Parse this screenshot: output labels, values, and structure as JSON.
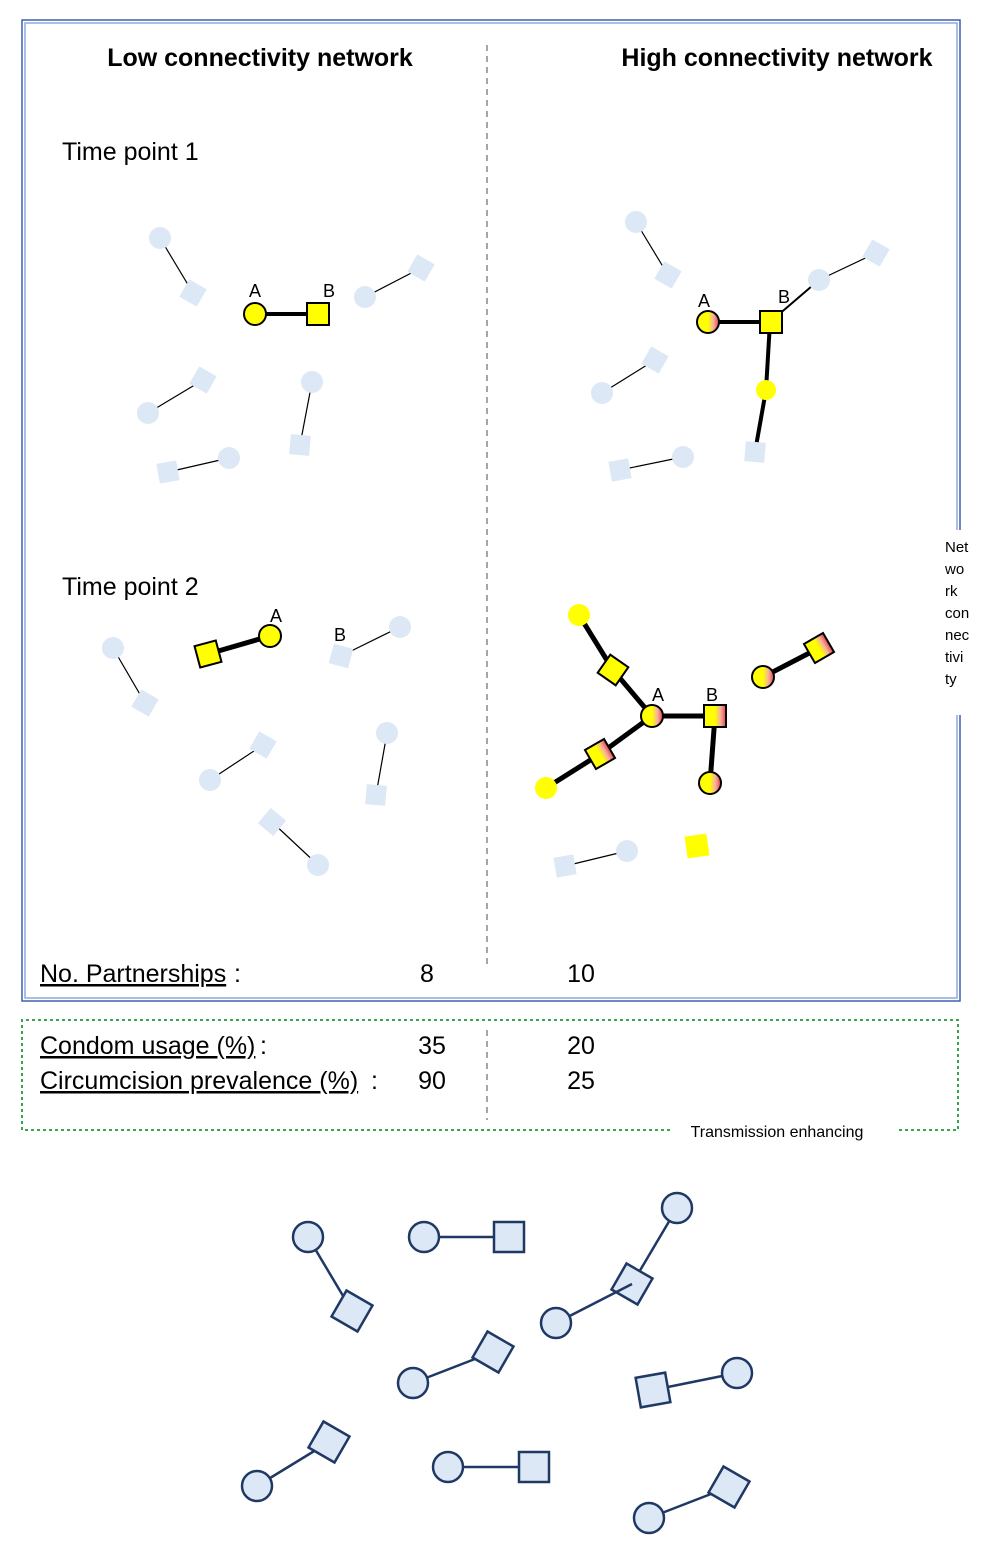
{
  "headers": {
    "low": "Low connectivity network",
    "high": "High connectivity network"
  },
  "time_points": {
    "tp1": "Time point 1",
    "tp2": "Time point 2"
  },
  "node_labels": {
    "a": "A",
    "b": "B"
  },
  "side_label": [
    "Net",
    "wo",
    "rk",
    "con",
    "nec",
    "tivi",
    "ty"
  ],
  "stats": {
    "partnerships": {
      "label": "No. Partnerships",
      "suffix": ":",
      "low": "8",
      "high": "10"
    },
    "condom": {
      "label": "Condom usage (%)",
      "suffix": ":",
      "low": "35",
      "high": "20"
    },
    "circumcision": {
      "label": "Circumcision prevalence (%)",
      "suffix": ":",
      "low": "90",
      "high": "25"
    }
  },
  "transmission_label": "Transmission enhancing",
  "colors": {
    "network_border": "#3f5fb0",
    "transmission_border": "#1f9a3a",
    "infected": "#ffff00",
    "faded_node": "#dce8f5",
    "legend_node_fill": "#dce8f5",
    "legend_node_stroke": "#1f3864",
    "treated_gradient": [
      "#ffff00",
      "#f4a3a3",
      "#e8404a"
    ]
  },
  "legend": {
    "pairs": 9
  }
}
